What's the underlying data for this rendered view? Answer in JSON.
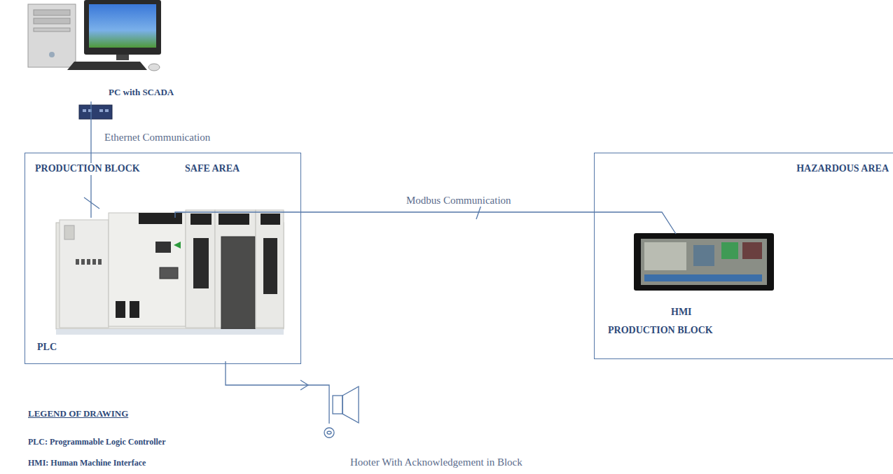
{
  "diagram": {
    "nodes": [
      {
        "text": [
          "PC with SCADA"
        ]
      },
      {
        "text": [
          "PRODUCTION BLOCK",
          "SAFE AREA"
        ]
      },
      {
        "text": [
          "PLC"
        ],
        "in": 1
      },
      {
        "text": [
          "HAZARDOUS AREA",
          "PRODUCTION BLOCK"
        ]
      },
      {
        "text": [
          "HMI"
        ],
        "in": 3
      },
      {
        "text": [
          "Hooter With Acknowledgement in Block"
        ]
      }
    ],
    "edges": [
      {
        "from": 0,
        "to": 2,
        "arrow": "none",
        "label": "Ethernet Communication"
      },
      {
        "from": 2,
        "to": 4,
        "arrow": "none",
        "label": "Modbus Communication"
      },
      {
        "from": 2,
        "to": 5,
        "arrow": "to"
      }
    ],
    "labels": [
      "LEGEND OF DRAWING",
      "PLC: Programmable Logic Controller",
      "HMI: Human Machine Interface"
    ]
  }
}
